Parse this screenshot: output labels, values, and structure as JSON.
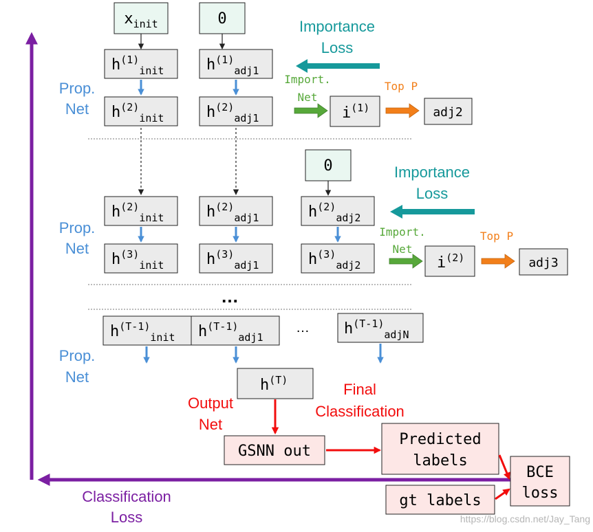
{
  "colors": {
    "box_gray": "#ebebeb",
    "box_mint": "#eaf7f1",
    "box_pink": "#fde7e6",
    "blue": "#4a8fd6",
    "teal": "#16999b",
    "green": "#57a83a",
    "orange": "#f27f1a",
    "red": "#f20d0d",
    "purple": "#7b1fa2",
    "watermark": "#b5b5b5"
  },
  "inputs": {
    "x_init": {
      "main": "x",
      "sub": "init"
    },
    "zero_top": "0",
    "zero_mid": "0"
  },
  "block1": {
    "prop_net": [
      "Prop.",
      "Net"
    ],
    "h1_init": {
      "main": "h",
      "sup": "(1)",
      "sub": "init"
    },
    "h1_adj1": {
      "main": "h",
      "sup": "(1)",
      "sub": "adj1"
    },
    "h2_init": {
      "main": "h",
      "sup": "(2)",
      "sub": "init"
    },
    "h2_adj1": {
      "main": "h",
      "sup": "(2)",
      "sub": "adj1"
    },
    "importance_loss": [
      "Importance",
      "Loss"
    ],
    "import_net": [
      "Import.",
      "Net"
    ],
    "i1": {
      "main": "i",
      "sup": "(1)"
    },
    "top_p": "Top P",
    "adj2": "adj2"
  },
  "block2": {
    "prop_net": [
      "Prop.",
      "Net"
    ],
    "h2_init": {
      "main": "h",
      "sup": "(2)",
      "sub": "init"
    },
    "h2_adj1": {
      "main": "h",
      "sup": "(2)",
      "sub": "adj1"
    },
    "h2_adj2": {
      "main": "h",
      "sup": "(2)",
      "sub": "adj2"
    },
    "h3_init": {
      "main": "h",
      "sup": "(3)",
      "sub": "init"
    },
    "h3_adj1": {
      "main": "h",
      "sup": "(3)",
      "sub": "adj1"
    },
    "h3_adj2": {
      "main": "h",
      "sup": "(3)",
      "sub": "adj2"
    },
    "importance_loss": [
      "Importance",
      "Loss"
    ],
    "import_net": [
      "Import.",
      "Net"
    ],
    "i2": {
      "main": "i",
      "sup": "(2)"
    },
    "top_p": "Top P",
    "adj3": "adj3"
  },
  "block3": {
    "ellipsis_center": "…",
    "ellipsis_row": "…",
    "prop_net": [
      "Prop.",
      "Net"
    ],
    "hT1_init": {
      "main": "h",
      "sup": "(T-1)",
      "sub": "init"
    },
    "hT1_adj1": {
      "main": "h",
      "sup": "(T-1)",
      "sub": "adj1"
    },
    "hT1_adjN": {
      "main": "h",
      "sup": "(T-1)",
      "sub": "adjN"
    },
    "hT": {
      "main": "h",
      "sup": "(T)"
    }
  },
  "output": {
    "output_net": [
      "Output",
      "Net"
    ],
    "gsnn_out": "GSNN out",
    "final_classification": [
      "Final",
      "Classification"
    ],
    "predicted_labels": [
      "Predicted",
      "labels"
    ],
    "gt_labels": "gt labels",
    "bce_loss": [
      "BCE",
      "loss"
    ],
    "classification_loss": [
      "Classification",
      "Loss"
    ]
  },
  "watermark": "https://blog.csdn.net/Jay_Tang"
}
